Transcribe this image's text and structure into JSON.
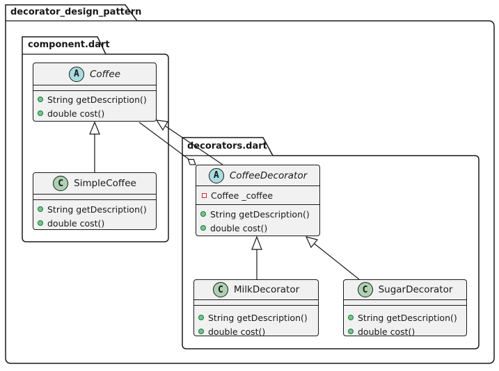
{
  "diagram": {
    "frame_title": "decorator_design_pattern",
    "packages": {
      "component": {
        "title": "component.dart"
      },
      "decorators": {
        "title": "decorators.dart"
      }
    }
  },
  "icons": {
    "abstract_letter": "A",
    "class_letter": "C",
    "public_method_icon": "green-dot",
    "private_field_icon": "red-square"
  },
  "classes": {
    "coffee": {
      "name": "Coffee",
      "kind": "abstract",
      "fields": [],
      "methods": [
        "String getDescription()",
        "double cost()"
      ]
    },
    "simple_coffee": {
      "name": "SimpleCoffee",
      "kind": "class",
      "fields": [],
      "methods": [
        "String getDescription()",
        "double cost()"
      ]
    },
    "coffee_decorator": {
      "name": "CoffeeDecorator",
      "kind": "abstract",
      "fields": [
        "Coffee _coffee"
      ],
      "methods": [
        "String getDescription()",
        "double cost()"
      ]
    },
    "milk_decorator": {
      "name": "MilkDecorator",
      "kind": "class",
      "fields": [],
      "methods": [
        "String getDescription()",
        "double cost()"
      ]
    },
    "sugar_decorator": {
      "name": "SugarDecorator",
      "kind": "class",
      "fields": [],
      "methods": [
        "String getDescription()",
        "double cost()"
      ]
    }
  },
  "relationships": [
    {
      "from": "SimpleCoffee",
      "to": "Coffee",
      "type": "extends"
    },
    {
      "from": "CoffeeDecorator",
      "to": "Coffee",
      "type": "extends"
    },
    {
      "from": "CoffeeDecorator",
      "to": "Coffee",
      "type": "aggregation"
    },
    {
      "from": "MilkDecorator",
      "to": "CoffeeDecorator",
      "type": "extends"
    },
    {
      "from": "SugarDecorator",
      "to": "CoffeeDecorator",
      "type": "extends"
    }
  ],
  "colors": {
    "class_fill": "#F1F1F1",
    "border": "#181818",
    "abstract_icon_bg": "#A9DCDF",
    "class_icon_bg": "#ADD1B2",
    "method_dot_fill": "#84BE84",
    "method_dot_border": "#038048",
    "field_square_border": "#C82930",
    "background": "#FFFFFF"
  }
}
